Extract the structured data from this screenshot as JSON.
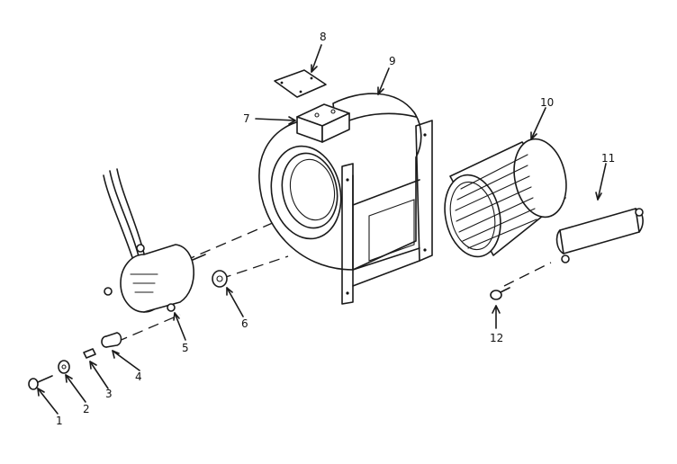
{
  "diagram": {
    "parts": [
      {
        "id": "1"
      },
      {
        "id": "2"
      },
      {
        "id": "3"
      },
      {
        "id": "4"
      },
      {
        "id": "5"
      },
      {
        "id": "6"
      },
      {
        "id": "7"
      },
      {
        "id": "8"
      },
      {
        "id": "9"
      },
      {
        "id": "10"
      },
      {
        "id": "11"
      },
      {
        "id": "12"
      }
    ]
  }
}
